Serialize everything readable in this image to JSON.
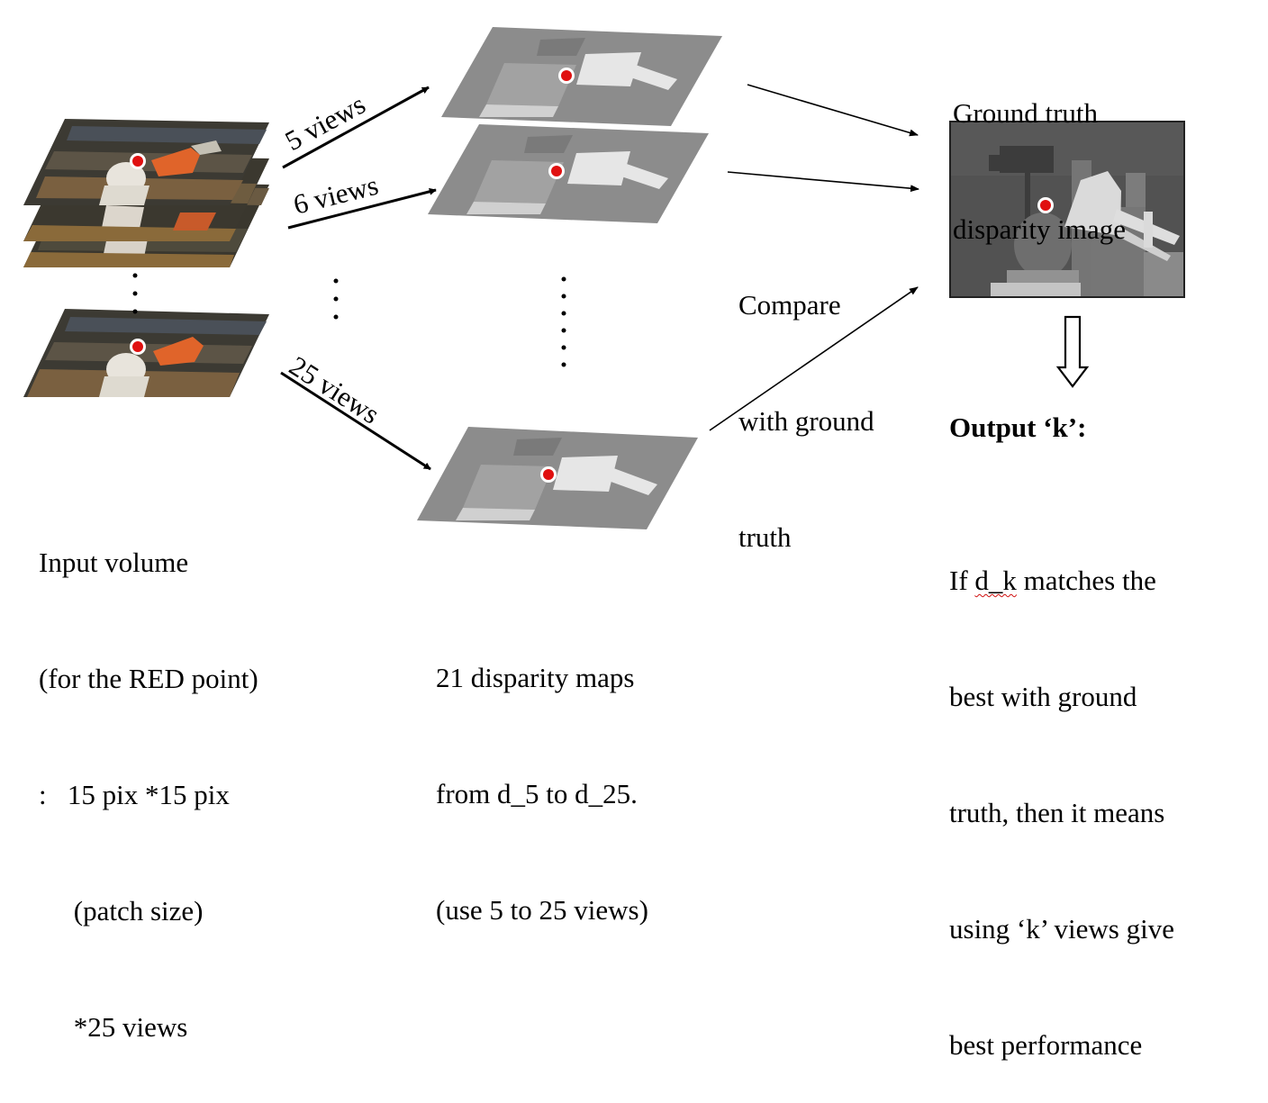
{
  "colors": {
    "red_point": "#e01010",
    "arrow": "#000000",
    "disparity_background": "#8a8a8a",
    "disparity_foreground": "#e4e4e4",
    "photo_dark": "#3b3a32",
    "photo_orange": "#e0642a"
  },
  "arrows": {
    "views_5": "5 views",
    "views_6": "6 views",
    "views_25": "25 views"
  },
  "compare": {
    "line1": "Compare",
    "line2": "with ground",
    "line3": "truth"
  },
  "ground_truth": {
    "line1": "Ground truth",
    "line2": "disparity image"
  },
  "output": {
    "title": "Output ‘k’:",
    "line1_prefix": "If ",
    "line1_term": "d_k",
    "line1_suffix": " matches the",
    "line2": "best with ground",
    "line3": "truth, then it means",
    "line4": "using ‘k’ views give",
    "line5": "best performance"
  },
  "input_volume": {
    "line1": "Input volume",
    "line2": "(for the RED point)",
    "line3": ":   15 pix *15 pix",
    "line4": "     (patch size)",
    "line5": "     *25 views"
  },
  "disparity_maps": {
    "line1": "21 disparity maps",
    "line2": "from d_5 to d_25.",
    "line3": "(use 5 to 25 views)"
  }
}
